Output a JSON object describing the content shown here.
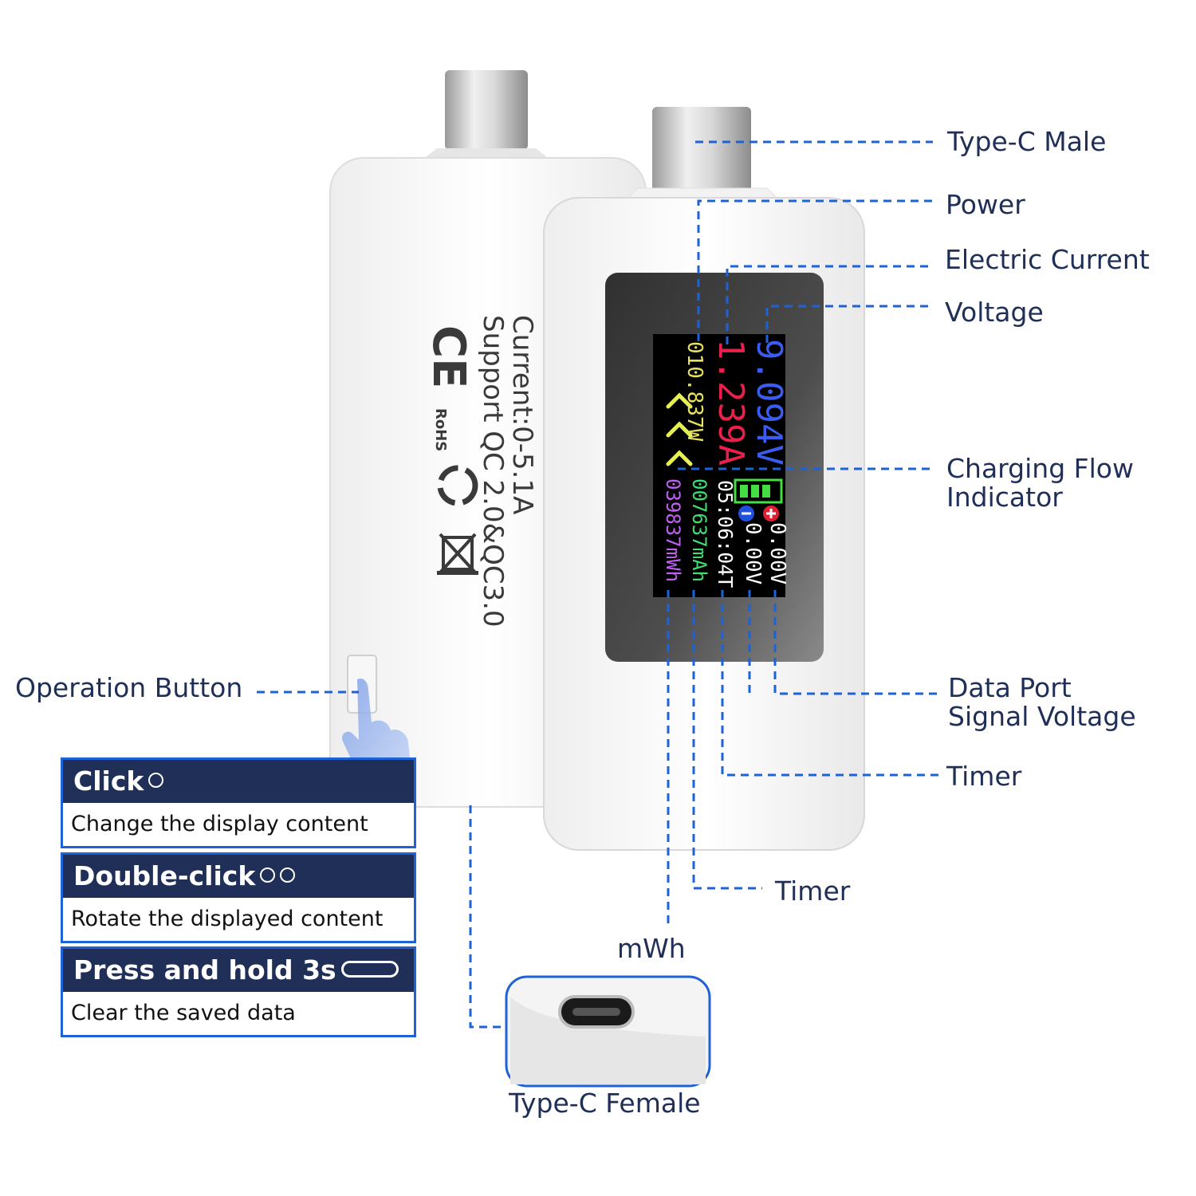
{
  "labels": {
    "type_c_male": "Type-C Male",
    "power": "Power",
    "electric_current": "Electric Current",
    "voltage": "Voltage",
    "charging_flow_1": "Charging Flow",
    "charging_flow_2": "Indicator",
    "data_port_1": "Data Port",
    "data_port_2": "Signal Voltage",
    "timer_right": "Timer",
    "timer_bottom": "Timer",
    "mwh": "mWh",
    "operation_button": "Operation Button",
    "type_c_female": "Type-C Female"
  },
  "cards": [
    {
      "title": "Click",
      "desc": "Change the display content"
    },
    {
      "title": "Double-click",
      "desc": "Rotate the displayed content"
    },
    {
      "title": "Press and hold 3s",
      "desc": "Clear the saved data"
    }
  ],
  "device_back": {
    "current": "Current:0-5.1A",
    "support": "Support QC 2.0&QC3.0",
    "ce": "CE",
    "rohs": "RoHS"
  },
  "screen": {
    "voltage": "9.094V",
    "current": "1.239A",
    "power": "010.837W",
    "dp_plus": "0.00V",
    "dp_minus": "0.00V",
    "timer": "05:06:04T",
    "mah": "007637mAh",
    "mwh": "039837mWh",
    "colors": {
      "voltage": "#3a5cf0",
      "current": "#e8204a",
      "power": "#e8e060",
      "arrows": "#e6f050",
      "dp": "#ffffff",
      "timer": "#ffffff",
      "mah": "#40e070",
      "mwh": "#c060f0",
      "battery": "#44dd44"
    }
  },
  "colors": {
    "label_text": "#1f2f57",
    "card_header": "#1f2f57",
    "accent_blue": "#1f62d6"
  }
}
